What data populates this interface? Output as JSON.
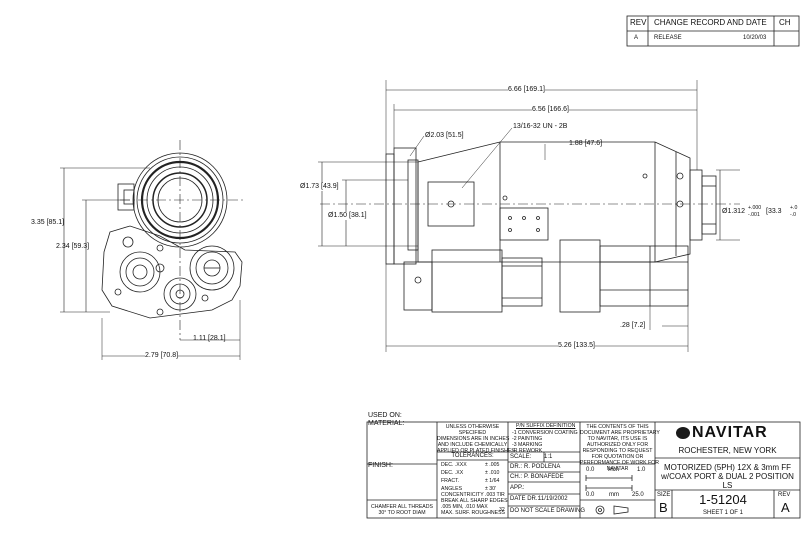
{
  "revision_block": {
    "headers": [
      "REV",
      "CHANGE RECORD AND DATE",
      "CH"
    ],
    "row": {
      "rev": "A",
      "change": "RELEASE",
      "date": "10/20/03"
    }
  },
  "dimensions": {
    "overall_length": "6.66 [169.1]",
    "body_length": "6.56 [166.6]",
    "flange_dia": "Ø2.03 [51.5]",
    "thread": "13/16-32 UN - 2B",
    "port_offset": "1.88 [47.6]",
    "body_dia": "Ø1.73 [43.9]",
    "inner_dia": "Ø1.50 [38.1]",
    "front_dia": "Ø1.312",
    "front_tol_plus": "+.000",
    "front_tol_minus": "-.001",
    "front_metric": "[33.3",
    "front_metric_tol_plus": "+.0",
    "front_metric_tol_minus": "-.0",
    "motor_gap": ".28 [7.2]",
    "base_length": "5.26 [133.5]",
    "end_height": "3.35 [85.1]",
    "end_center_height": "2.34 [59.3]",
    "end_offset": "1.11 [28.1]",
    "end_width": "2.79 [70.8]"
  },
  "title_block": {
    "used_on": "USED ON:",
    "material": "MATERIAL:",
    "finish": "FINISH:",
    "unless_note": [
      "UNLESS OTHERWISE",
      "SPECIFIED",
      "DIMENSIONS ARE IN INCHES",
      "AND INCLUDE CHEMICALLY",
      "APPLIED OR PLATED FINISHES"
    ],
    "tolerances_title": "TOLERANCES:",
    "tolerances": [
      {
        "label": "DEC. .XXX",
        "value": "± .005"
      },
      {
        "label": "DEC. .XX",
        "value": "± .010"
      },
      {
        "label": "FRACT.",
        "value": "± 1/64"
      },
      {
        "label": "ANGLES",
        "value": "± 30'"
      }
    ],
    "concentricity": [
      "CONCENTRICITY   .003 TIR",
      "BREAK ALL SHARP EDGES",
      ".005 MIN, .010 MAX"
    ],
    "surface": "MAX. SURF. ROUGHNESS",
    "surface_value": "32",
    "chamfer": [
      "CHAMFER ALL THREADS",
      "30° TO ROOT DIAM"
    ],
    "suffix_title": "P/N SUFFIX DEFINITION",
    "suffix_items": [
      "-1 CONVERSION COATING",
      "-2 PAINTING",
      "-3 MARKING",
      "-R REWORK"
    ],
    "scale_label": "SCALE:",
    "scale_value": "1:1",
    "dr_label": "DR.:",
    "dr_value": "R. PODLENA",
    "ch_label": "CH.:",
    "ch_value": "P. BONAFEDE",
    "app_label": "APP.:",
    "date_label": "DATE DR.:",
    "date_value": "11/19/2002",
    "no_scale": "DO NOT SCALE DRAWING",
    "proprietary": [
      "THE CONTENTS OF THIS",
      "DOCUMENT ARE PROPRIETARY",
      "TO NAVITAR, ITS USE IS",
      "AUTHORIZED ONLY FOR",
      "RESPONDING TO REQUEST",
      "FOR QUOTATION OR",
      "PERFORMANCE OF WORK FOR",
      "NAVITAR"
    ],
    "ruler_inch": {
      "start": "0.0",
      "unit": "inch",
      "end": "1.0"
    },
    "ruler_mm": {
      "start": "0.0",
      "unit": "mm",
      "end": "25.0"
    },
    "company": "NAVITAR",
    "location": "ROCHESTER, NEW YORK",
    "title_lines": [
      "MOTORIZED (5PH) 12X & 3mm FF",
      "w/COAX PORT & DUAL 2 POSITION",
      "LS"
    ],
    "size_label": "SIZE",
    "size_value": "B",
    "part_number": "1-51204",
    "sheet": "SHEET 1 OF 1",
    "rev_label": "REV",
    "rev_value": "A"
  }
}
